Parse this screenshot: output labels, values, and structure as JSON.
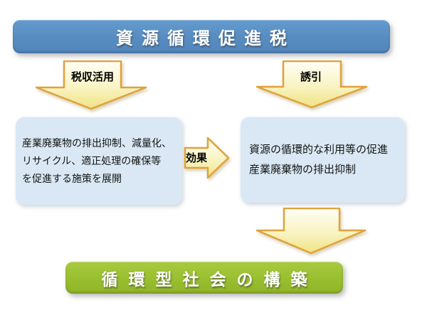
{
  "diagram": {
    "background_color": "#ffffff",
    "title_banner": {
      "label": "資源循環促進税",
      "bg_color": "#578cc1",
      "text_color": "#ffffff"
    },
    "flow_arrows": {
      "tax_use": {
        "label": "税収活用",
        "direction": "down"
      },
      "inducement": {
        "label": "誘引",
        "direction": "down"
      },
      "effect": {
        "label": "効果",
        "direction": "right"
      },
      "result": {
        "label": "",
        "direction": "down"
      }
    },
    "policy_box": {
      "bg_color": "#d9e8f4",
      "lines": [
        "産業廃棄物の排出抑制、減量化、",
        "リサイクル、適正処理の確保等",
        "を促進する施策を展開"
      ]
    },
    "outcome_box": {
      "bg_color": "#d9e8f4",
      "lines": [
        "資源の循環的な利用等の促進",
        "産業廃棄物の排出抑制"
      ]
    },
    "goal_banner": {
      "label": "循環型社会の構築",
      "bg_color": "#99bf2f",
      "text_color": "#ffffff"
    },
    "arrow_style": {
      "fill_top": "#fffef6",
      "fill_bottom": "#efe382",
      "border_color": "#dfa23c"
    }
  }
}
